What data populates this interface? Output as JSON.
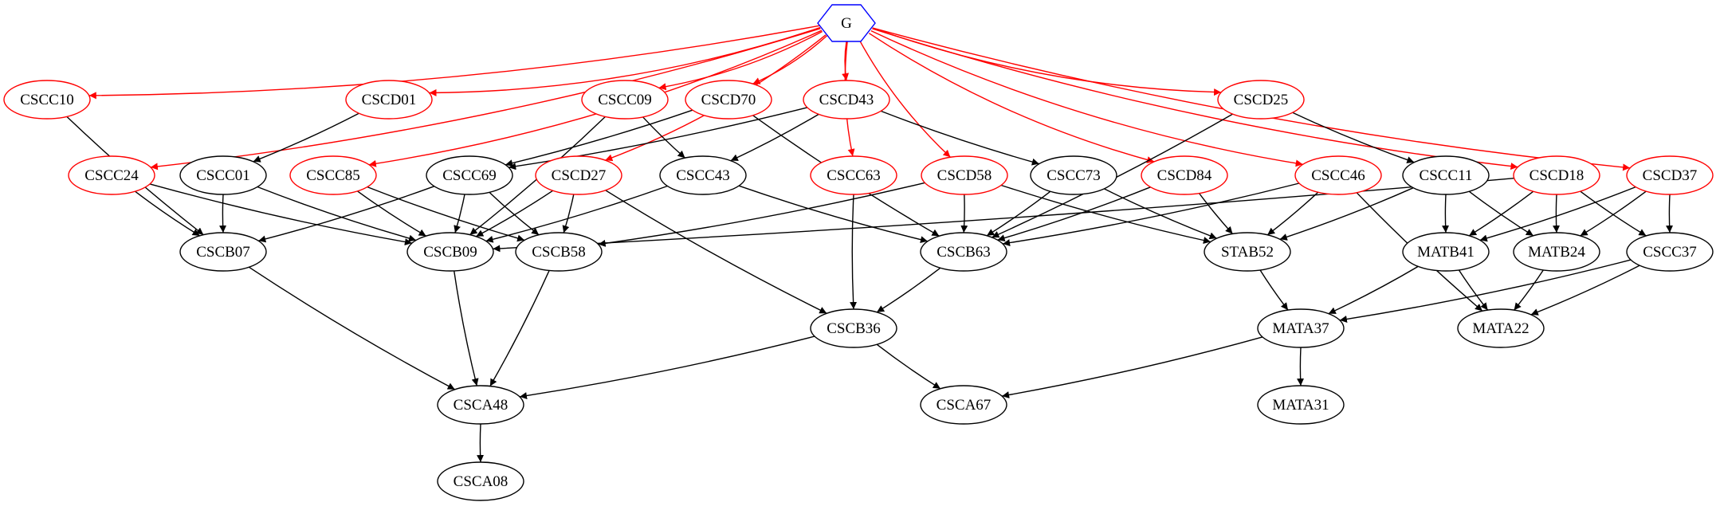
{
  "colors": {
    "root_stroke": "#0000ff",
    "red": "#ff0000",
    "black": "#000000",
    "fill": "#ffffff"
  },
  "nodes": [
    {
      "id": "G",
      "label": "G",
      "shape": "hexagon",
      "color": "root"
    },
    {
      "id": "CSCC10",
      "label": "CSCC10",
      "color": "red"
    },
    {
      "id": "CSCD01",
      "label": "CSCD01",
      "color": "red"
    },
    {
      "id": "CSCC09",
      "label": "CSCC09",
      "color": "red"
    },
    {
      "id": "CSCD70",
      "label": "CSCD70",
      "color": "red"
    },
    {
      "id": "CSCD43",
      "label": "CSCD43",
      "color": "red"
    },
    {
      "id": "CSCD25",
      "label": "CSCD25",
      "color": "red"
    },
    {
      "id": "CSCC24",
      "label": "CSCC24",
      "color": "red"
    },
    {
      "id": "CSCC01",
      "label": "CSCC01",
      "color": "black"
    },
    {
      "id": "CSCC85",
      "label": "CSCC85",
      "color": "red"
    },
    {
      "id": "CSCC69",
      "label": "CSCC69",
      "color": "black"
    },
    {
      "id": "CSCD27",
      "label": "CSCD27",
      "color": "red"
    },
    {
      "id": "CSCC43",
      "label": "CSCC43",
      "color": "black"
    },
    {
      "id": "CSCC63",
      "label": "CSCC63",
      "color": "red"
    },
    {
      "id": "CSCD58",
      "label": "CSCD58",
      "color": "red"
    },
    {
      "id": "CSCC73",
      "label": "CSCC73",
      "color": "black"
    },
    {
      "id": "CSCD84",
      "label": "CSCD84",
      "color": "red"
    },
    {
      "id": "CSCC46",
      "label": "CSCC46",
      "color": "red"
    },
    {
      "id": "CSCC11",
      "label": "CSCC11",
      "color": "black"
    },
    {
      "id": "CSCD18",
      "label": "CSCD18",
      "color": "red"
    },
    {
      "id": "CSCD37",
      "label": "CSCD37",
      "color": "red"
    },
    {
      "id": "CSCB07",
      "label": "CSCB07",
      "color": "black"
    },
    {
      "id": "CSCB09",
      "label": "CSCB09",
      "color": "black"
    },
    {
      "id": "CSCB58",
      "label": "CSCB58",
      "color": "black"
    },
    {
      "id": "CSCB63",
      "label": "CSCB63",
      "color": "black"
    },
    {
      "id": "STAB52",
      "label": "STAB52",
      "color": "black"
    },
    {
      "id": "MATB41",
      "label": "MATB41",
      "color": "black"
    },
    {
      "id": "MATB24",
      "label": "MATB24",
      "color": "black"
    },
    {
      "id": "CSCC37",
      "label": "CSCC37",
      "color": "black"
    },
    {
      "id": "CSCB36",
      "label": "CSCB36",
      "color": "black"
    },
    {
      "id": "MATA37",
      "label": "MATA37",
      "color": "black"
    },
    {
      "id": "MATA22",
      "label": "MATA22",
      "color": "black"
    },
    {
      "id": "CSCA48",
      "label": "CSCA48",
      "color": "black"
    },
    {
      "id": "CSCA67",
      "label": "CSCA67",
      "color": "black"
    },
    {
      "id": "MATA31",
      "label": "MATA31",
      "color": "black"
    },
    {
      "id": "CSCA08",
      "label": "CSCA08",
      "color": "black"
    }
  ],
  "edges": [
    {
      "from": "G",
      "to": "CSCC10",
      "color": "red"
    },
    {
      "from": "G",
      "to": "CSCD01",
      "color": "red"
    },
    {
      "from": "G",
      "to": "CSCC09",
      "color": "red"
    },
    {
      "from": "G",
      "to": "CSCD70",
      "color": "red"
    },
    {
      "from": "G",
      "to": "CSCD43",
      "color": "red"
    },
    {
      "from": "G",
      "to": "CSCD25",
      "color": "red"
    },
    {
      "from": "G",
      "to": "CSCC24",
      "color": "red"
    },
    {
      "from": "G",
      "to": "CSCC85",
      "color": "red"
    },
    {
      "from": "G",
      "to": "CSCD27",
      "color": "red"
    },
    {
      "from": "G",
      "to": "CSCC63",
      "color": "red"
    },
    {
      "from": "G",
      "to": "CSCD58",
      "color": "red"
    },
    {
      "from": "G",
      "to": "CSCD84",
      "color": "red"
    },
    {
      "from": "G",
      "to": "CSCC46",
      "color": "red"
    },
    {
      "from": "G",
      "to": "CSCD18",
      "color": "red"
    },
    {
      "from": "G",
      "to": "CSCD37",
      "color": "red"
    },
    {
      "from": "CSCC10",
      "to": "CSCB07",
      "color": "black"
    },
    {
      "from": "CSCD01",
      "to": "CSCC01",
      "color": "black"
    },
    {
      "from": "CSCC09",
      "to": "CSCB09",
      "color": "black"
    },
    {
      "from": "CSCC09",
      "to": "CSCC43",
      "color": "black"
    },
    {
      "from": "CSCD70",
      "to": "CSCC69",
      "color": "black"
    },
    {
      "from": "CSCD70",
      "to": "CSCB63",
      "color": "black"
    },
    {
      "from": "CSCD43",
      "to": "CSCC69",
      "color": "black"
    },
    {
      "from": "CSCD43",
      "to": "CSCC43",
      "color": "black"
    },
    {
      "from": "CSCD43",
      "to": "CSCC73",
      "color": "black"
    },
    {
      "from": "CSCD25",
      "to": "CSCC11",
      "color": "black"
    },
    {
      "from": "CSCD25",
      "to": "CSCB63",
      "color": "black"
    },
    {
      "from": "CSCC24",
      "to": "CSCB07",
      "color": "black"
    },
    {
      "from": "CSCC24",
      "to": "CSCB09",
      "color": "black"
    },
    {
      "from": "CSCC01",
      "to": "CSCB07",
      "color": "black"
    },
    {
      "from": "CSCC01",
      "to": "CSCB09",
      "color": "black"
    },
    {
      "from": "CSCC85",
      "to": "CSCB09",
      "color": "black"
    },
    {
      "from": "CSCC85",
      "to": "CSCB58",
      "color": "black"
    },
    {
      "from": "CSCC69",
      "to": "CSCB07",
      "color": "black"
    },
    {
      "from": "CSCC69",
      "to": "CSCB09",
      "color": "black"
    },
    {
      "from": "CSCC69",
      "to": "CSCB58",
      "color": "black"
    },
    {
      "from": "CSCD27",
      "to": "CSCB09",
      "color": "black"
    },
    {
      "from": "CSCD27",
      "to": "CSCB58",
      "color": "black"
    },
    {
      "from": "CSCD27",
      "to": "CSCB36",
      "color": "black"
    },
    {
      "from": "CSCC43",
      "to": "CSCB09",
      "color": "black"
    },
    {
      "from": "CSCC43",
      "to": "CSCB63",
      "color": "black"
    },
    {
      "from": "CSCC63",
      "to": "CSCB36",
      "color": "black"
    },
    {
      "from": "CSCD58",
      "to": "CSCB58",
      "color": "black"
    },
    {
      "from": "CSCD58",
      "to": "CSCB63",
      "color": "black"
    },
    {
      "from": "CSCD58",
      "to": "STAB52",
      "color": "black"
    },
    {
      "from": "CSCC73",
      "to": "CSCB63",
      "color": "black"
    },
    {
      "from": "CSCC73",
      "to": "STAB52",
      "color": "black"
    },
    {
      "from": "CSCD84",
      "to": "CSCB63",
      "color": "black"
    },
    {
      "from": "CSCD84",
      "to": "STAB52",
      "color": "black"
    },
    {
      "from": "CSCC46",
      "to": "CSCB63",
      "color": "black"
    },
    {
      "from": "CSCC46",
      "to": "STAB52",
      "color": "black"
    },
    {
      "from": "CSCC46",
      "to": "MATA22",
      "color": "black"
    },
    {
      "from": "CSCC11",
      "to": "STAB52",
      "color": "black"
    },
    {
      "from": "CSCC11",
      "to": "MATB41",
      "color": "black"
    },
    {
      "from": "CSCC11",
      "to": "MATB24",
      "color": "black"
    },
    {
      "from": "CSCD18",
      "to": "CSCB09",
      "color": "black"
    },
    {
      "from": "CSCD18",
      "to": "MATB41",
      "color": "black"
    },
    {
      "from": "CSCD18",
      "to": "MATB24",
      "color": "black"
    },
    {
      "from": "CSCD18",
      "to": "CSCC37",
      "color": "black"
    },
    {
      "from": "CSCD37",
      "to": "MATB41",
      "color": "black"
    },
    {
      "from": "CSCD37",
      "to": "MATB24",
      "color": "black"
    },
    {
      "from": "CSCD37",
      "to": "CSCC37",
      "color": "black"
    },
    {
      "from": "CSCB07",
      "to": "CSCA48",
      "color": "black"
    },
    {
      "from": "CSCB09",
      "to": "CSCA48",
      "color": "black"
    },
    {
      "from": "CSCB58",
      "to": "CSCA48",
      "color": "black"
    },
    {
      "from": "CSCB63",
      "to": "CSCB36",
      "color": "black"
    },
    {
      "from": "STAB52",
      "to": "MATA37",
      "color": "black"
    },
    {
      "from": "MATB41",
      "to": "MATA37",
      "color": "black"
    },
    {
      "from": "MATB41",
      "to": "MATA22",
      "color": "black"
    },
    {
      "from": "MATB24",
      "to": "MATA22",
      "color": "black"
    },
    {
      "from": "CSCC37",
      "to": "MATA37",
      "color": "black"
    },
    {
      "from": "CSCC37",
      "to": "MATA22",
      "color": "black"
    },
    {
      "from": "CSCB36",
      "to": "CSCA48",
      "color": "black"
    },
    {
      "from": "CSCB36",
      "to": "CSCA67",
      "color": "black"
    },
    {
      "from": "MATA37",
      "to": "CSCA67",
      "color": "black"
    },
    {
      "from": "MATA37",
      "to": "MATA31",
      "color": "black"
    },
    {
      "from": "CSCA48",
      "to": "CSCA08",
      "color": "black"
    }
  ]
}
